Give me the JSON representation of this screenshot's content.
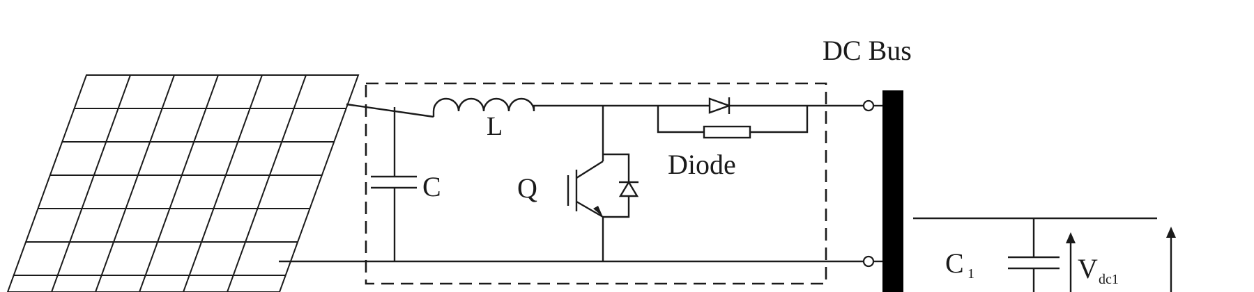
{
  "labels": {
    "dc_bus": "DC Bus",
    "inductor": "L",
    "capacitor": "C",
    "switch": "Q",
    "diode": "Diode",
    "capacitor1_main": "C",
    "capacitor1_sub": "1",
    "voltage_main": "V",
    "voltage_sub": "dc1"
  },
  "colors": {
    "ink": "#1a1a1a",
    "background": "#ffffff"
  }
}
